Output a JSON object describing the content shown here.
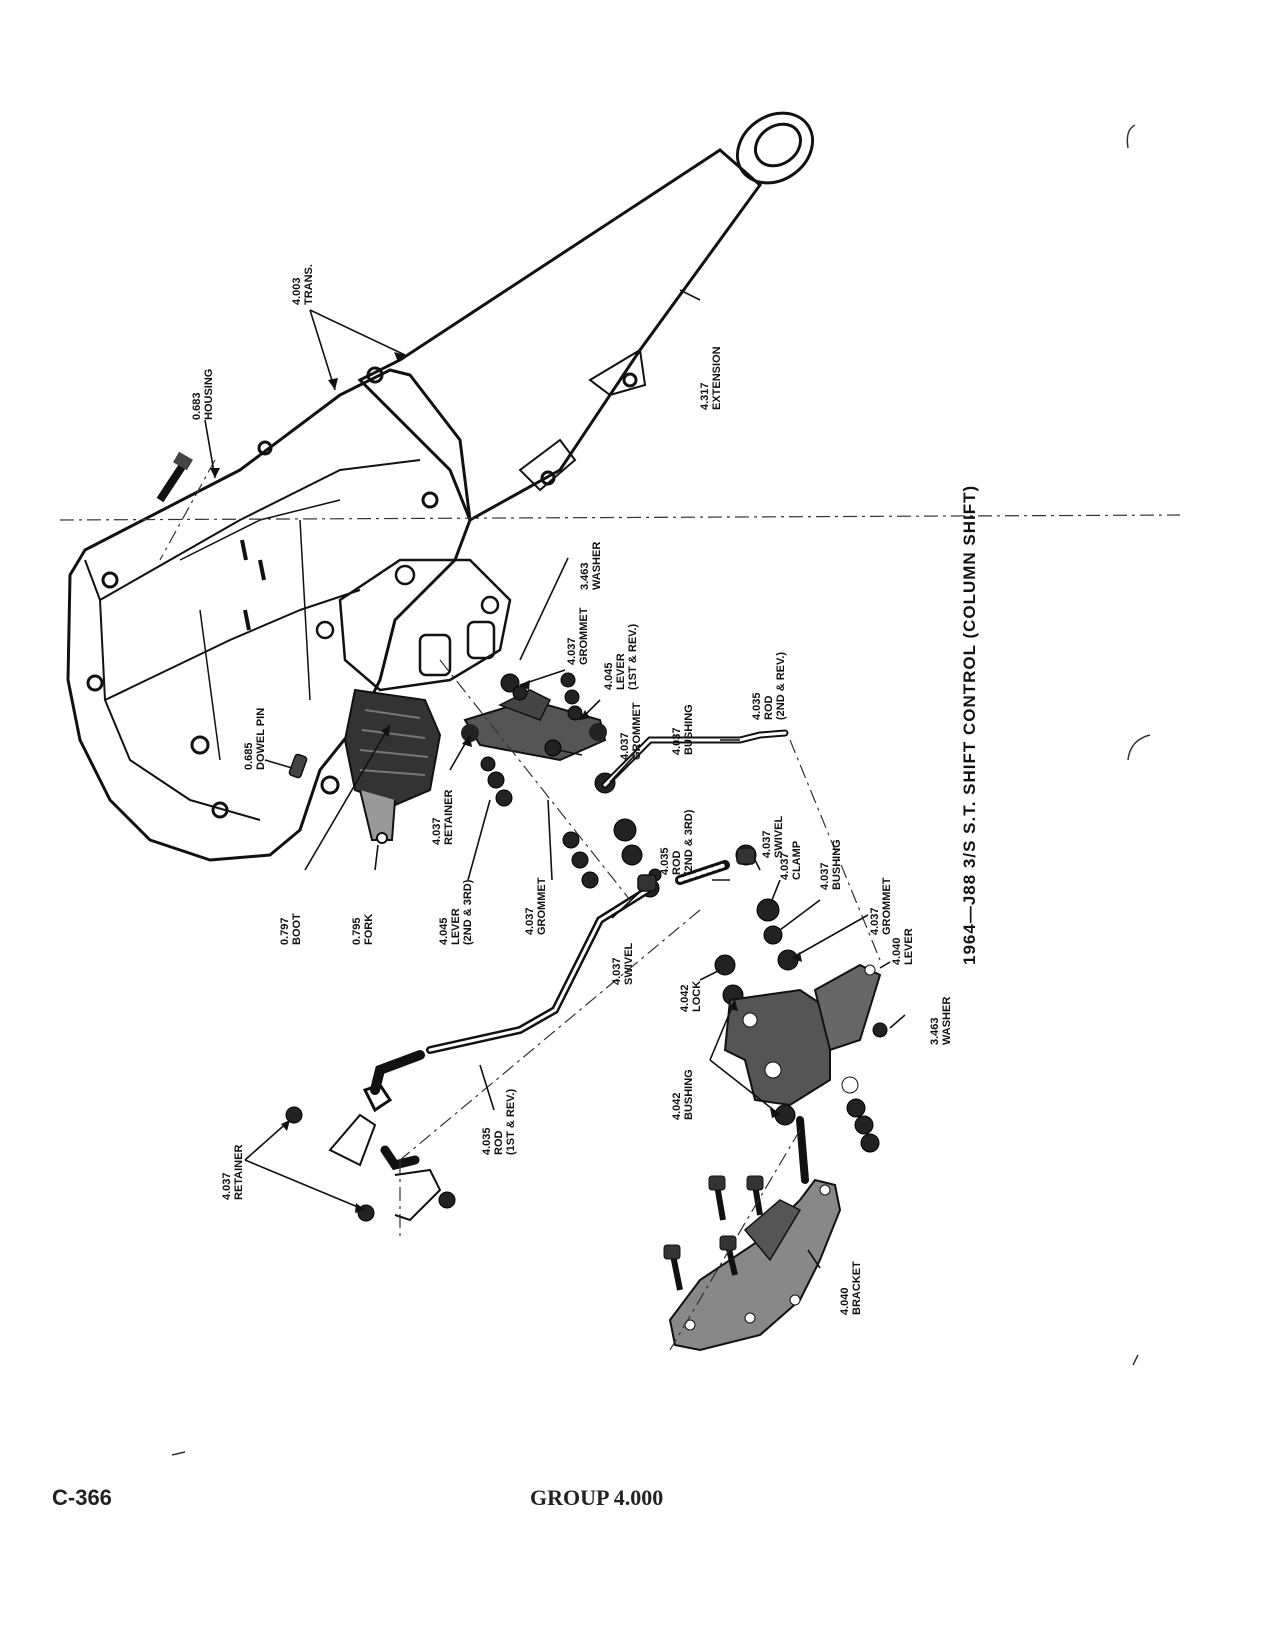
{
  "title": "1964—J88 3/S S.T. SHIFT CONTROL (COLUMN SHIFT)",
  "footer": {
    "page": "C-366",
    "group": "GROUP 4.000"
  },
  "parts": {
    "housing": [
      "0.683",
      "HOUSING"
    ],
    "trans": [
      "4.003",
      "TRANS."
    ],
    "extension": [
      "4.317",
      "EXTENSION"
    ],
    "washer_top": [
      "3.463",
      "WASHER"
    ],
    "grommet_a": [
      "4.037",
      "GROMMET"
    ],
    "lever_1st": [
      "4.045",
      "LEVER",
      "(1ST & REV.)"
    ],
    "grommet_b": [
      "4.037",
      "GROMMET"
    ],
    "bushing_a": [
      "4.037",
      "BUSHING"
    ],
    "rod_2nd_a": [
      "4.035",
      "ROD",
      "(2ND & REV.)"
    ],
    "dowel_pin": [
      "0.685",
      "DOWEL PIN"
    ],
    "retainer_a": [
      "4.037",
      "RETAINER"
    ],
    "swivel_a": [
      "4.037",
      "SWIVEL"
    ],
    "bushing_b": [
      "4.037",
      "BUSHING"
    ],
    "clamp": [
      "4.037",
      "CLAMP"
    ],
    "rod_2nd_3rd": [
      "4.035",
      "ROD",
      "(2ND & 3RD)"
    ],
    "boot": [
      "0.797",
      "BOOT"
    ],
    "fork": [
      "0.795",
      "FORK"
    ],
    "lever_2nd": [
      "4.045",
      "LEVER",
      "(2ND & 3RD)"
    ],
    "grommet_c": [
      "4.037",
      "GROMMET"
    ],
    "swivel_b": [
      "4.037",
      "SWIVEL"
    ],
    "grommet_d": [
      "4.037",
      "GROMMET"
    ],
    "lever_040": [
      "4.040",
      "LEVER"
    ],
    "lock": [
      "4.042",
      "LOCK"
    ],
    "washer_bot": [
      "3.463",
      "WASHER"
    ],
    "bushing_c": [
      "4.042",
      "BUSHING"
    ],
    "rod_1st": [
      "4.035",
      "ROD",
      "(1ST & REV.)"
    ],
    "retainer_b": [
      "4.037",
      "RETAINER"
    ],
    "bracket": [
      "4.040",
      "BRACKET"
    ]
  }
}
